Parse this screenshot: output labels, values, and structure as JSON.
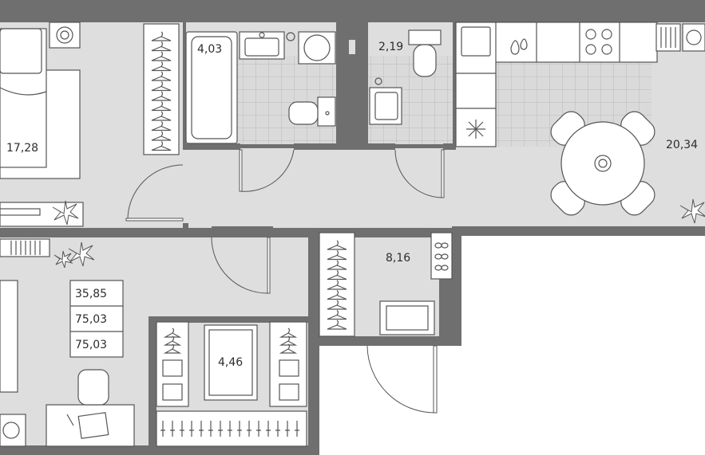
{
  "rooms": {
    "bedroom": "17,28",
    "bathroom": "4,03",
    "toilet": "2,19",
    "kitchen": "20,34",
    "hall": "8,16",
    "wardrobe": "4,46"
  },
  "area_summary": {
    "living": "35,85",
    "total": "75,03",
    "total_with_balcony": "75,03"
  }
}
